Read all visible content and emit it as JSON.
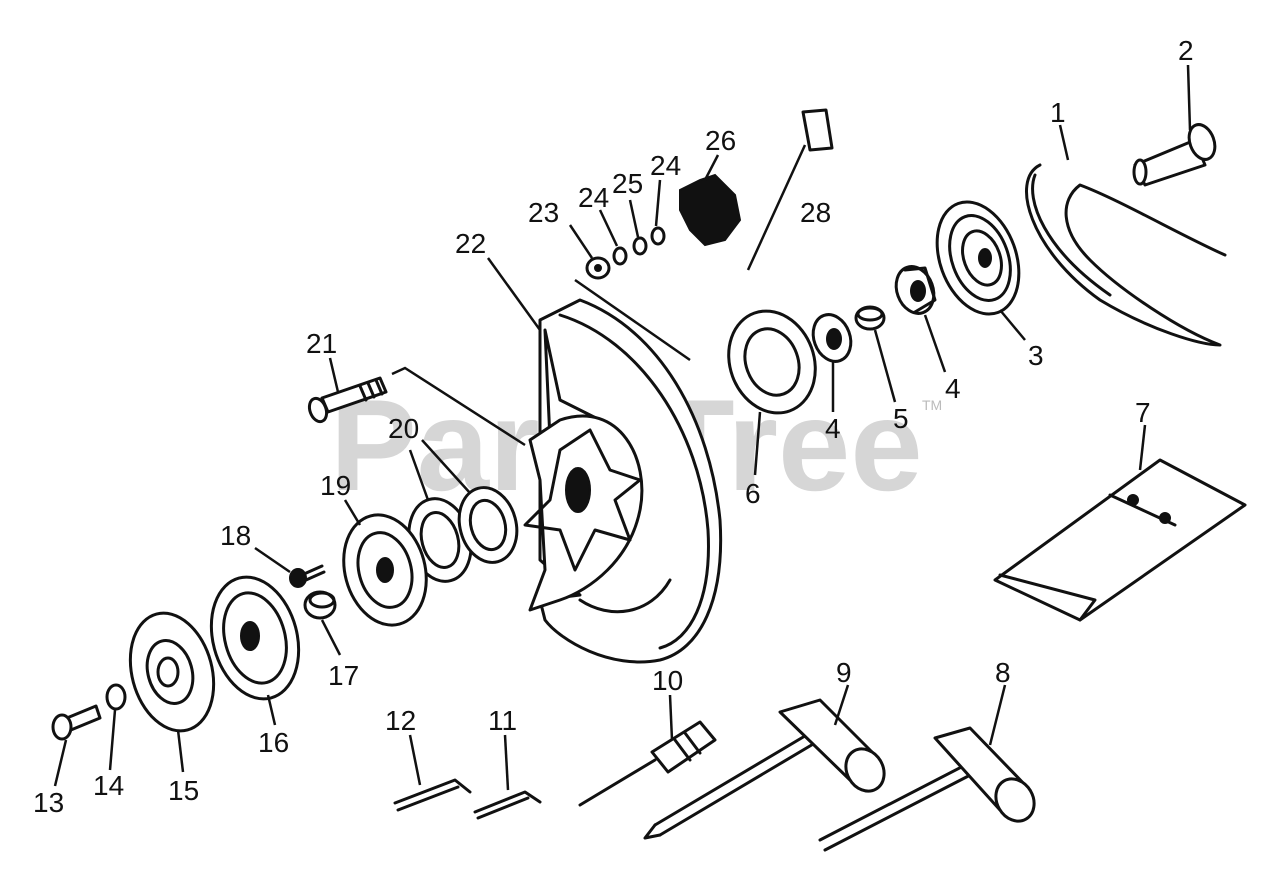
{
  "watermark": {
    "text": "PartsTree",
    "tm": "TM"
  },
  "callouts": {
    "c1": "1",
    "c2": "2",
    "c3": "3",
    "c4a": "4",
    "c4b": "4",
    "c5": "5",
    "c6": "6",
    "c7": "7",
    "c8": "8",
    "c9": "9",
    "c10": "10",
    "c11": "11",
    "c12": "12",
    "c13": "13",
    "c14": "14",
    "c15": "15",
    "c16": "16",
    "c17": "17",
    "c18": "18",
    "c19": "19",
    "c20": "20",
    "c21": "21",
    "c22": "22",
    "c23": "23",
    "c24a": "24",
    "c24b": "24",
    "c25": "25",
    "c26": "26",
    "c28": "28"
  }
}
